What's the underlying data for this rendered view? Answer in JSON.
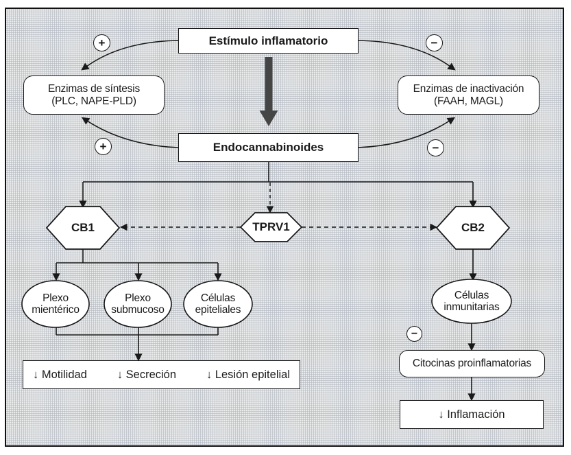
{
  "diagram": {
    "title": "Endocannabinoid inflammatory pathway diagram",
    "nodes": {
      "estimulo": {
        "label": "Estímulo inflamatorio"
      },
      "enzimas_sintesis": {
        "line1": "Enzimas de síntesis",
        "line2": "(PLC, NAPE-PLD)"
      },
      "enzimas_inactivacion": {
        "line1": "Enzimas de inactivación",
        "line2": "(FAAH, MAGL)"
      },
      "endocannabinoides": {
        "label": "Endocannabinoides"
      },
      "cb1": {
        "label": "CB1"
      },
      "tprv1": {
        "label": "TPRV1"
      },
      "cb2": {
        "label": "CB2"
      },
      "plexo_mienterico": {
        "line1": "Plexo",
        "line2": "mientérico"
      },
      "plexo_submucoso": {
        "line1": "Plexo",
        "line2": "submucoso"
      },
      "celulas_epiteliales": {
        "line1": "Células",
        "line2": "epiteliales"
      },
      "celulas_inmunitarias": {
        "line1": "Células",
        "line2": "inmunitarias"
      },
      "resultados": {
        "items": [
          "↓ Motilidad",
          "↓ Secreción",
          "↓ Lesión epitelial"
        ]
      },
      "citocinas": {
        "label": "Citocinas proinflamatorias"
      },
      "inflamacion": {
        "label": "↓ Inflamación"
      }
    },
    "signs": {
      "plus": "+",
      "minus": "−"
    },
    "colors": {
      "background": "#d7d9da",
      "node_fill": "#ffffff",
      "line": "#1a1a1a",
      "thick_arrow": "#454545"
    }
  }
}
